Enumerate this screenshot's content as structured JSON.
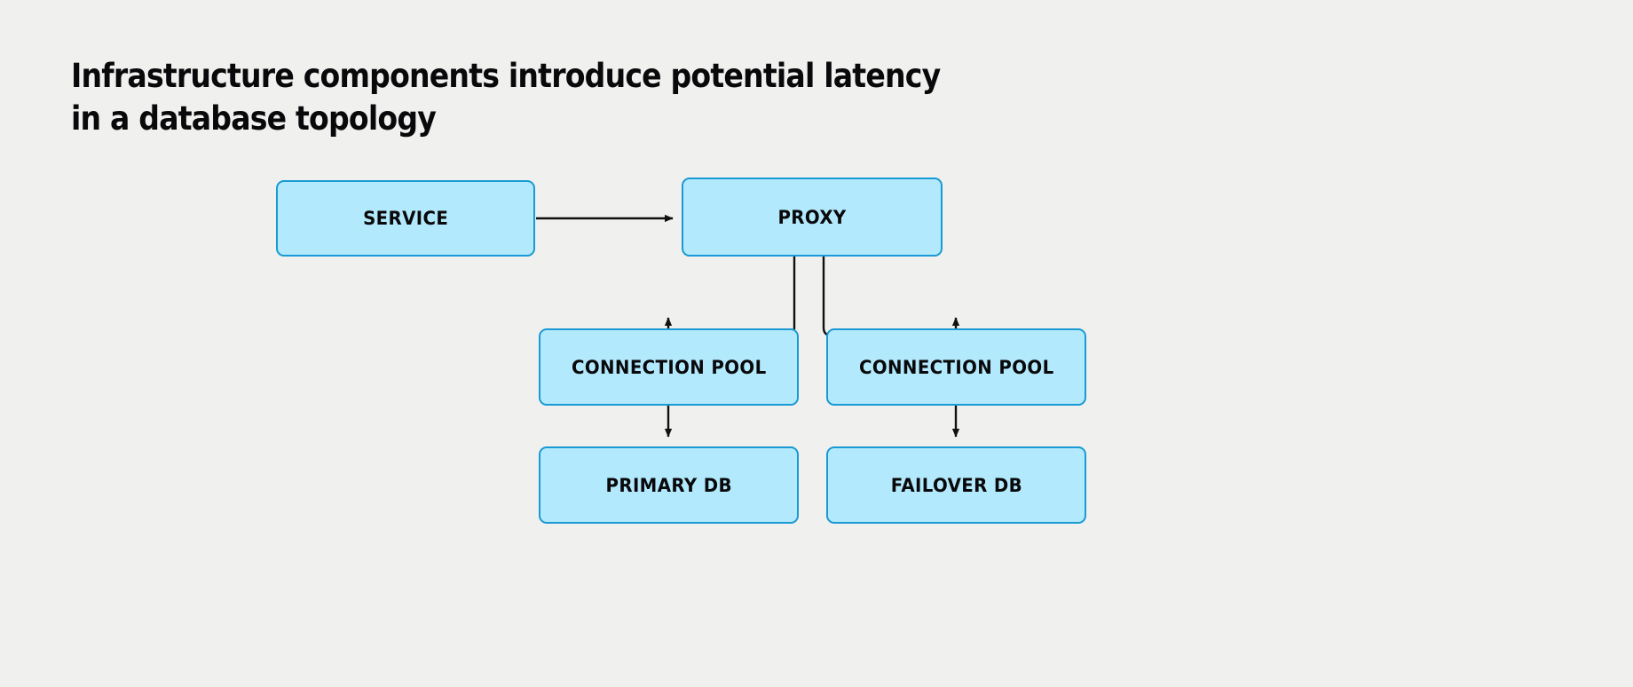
{
  "page": {
    "background_color": "#f0f0ee"
  },
  "title": {
    "line1": "Infrastructure components introduce potential latency",
    "line2": "in a database topology",
    "color": "#09090b"
  },
  "style": {
    "node_fill": "#b3e9fc",
    "node_border": "#1a9ad4",
    "connector_color": "#111111",
    "label_color": "#09090b"
  },
  "diagram": {
    "type": "flowchart",
    "nodes": [
      {
        "id": "service",
        "label": "SERVICE"
      },
      {
        "id": "proxy",
        "label": "PROXY"
      },
      {
        "id": "pool_primary",
        "label": "CONNECTION POOL"
      },
      {
        "id": "pool_failover",
        "label": "CONNECTION POOL"
      },
      {
        "id": "primary_db",
        "label": "PRIMARY DB"
      },
      {
        "id": "failover_db",
        "label": "FAILOVER DB"
      }
    ],
    "edges": [
      {
        "from": "service",
        "to": "proxy",
        "style": "straight",
        "direction": "right"
      },
      {
        "from": "proxy",
        "to": "pool_primary",
        "style": "elbow",
        "direction": "down"
      },
      {
        "from": "proxy",
        "to": "pool_failover",
        "style": "elbow",
        "direction": "down"
      },
      {
        "from": "pool_primary",
        "to": "primary_db",
        "style": "straight",
        "direction": "down"
      },
      {
        "from": "pool_failover",
        "to": "failover_db",
        "style": "straight",
        "direction": "down"
      }
    ]
  }
}
